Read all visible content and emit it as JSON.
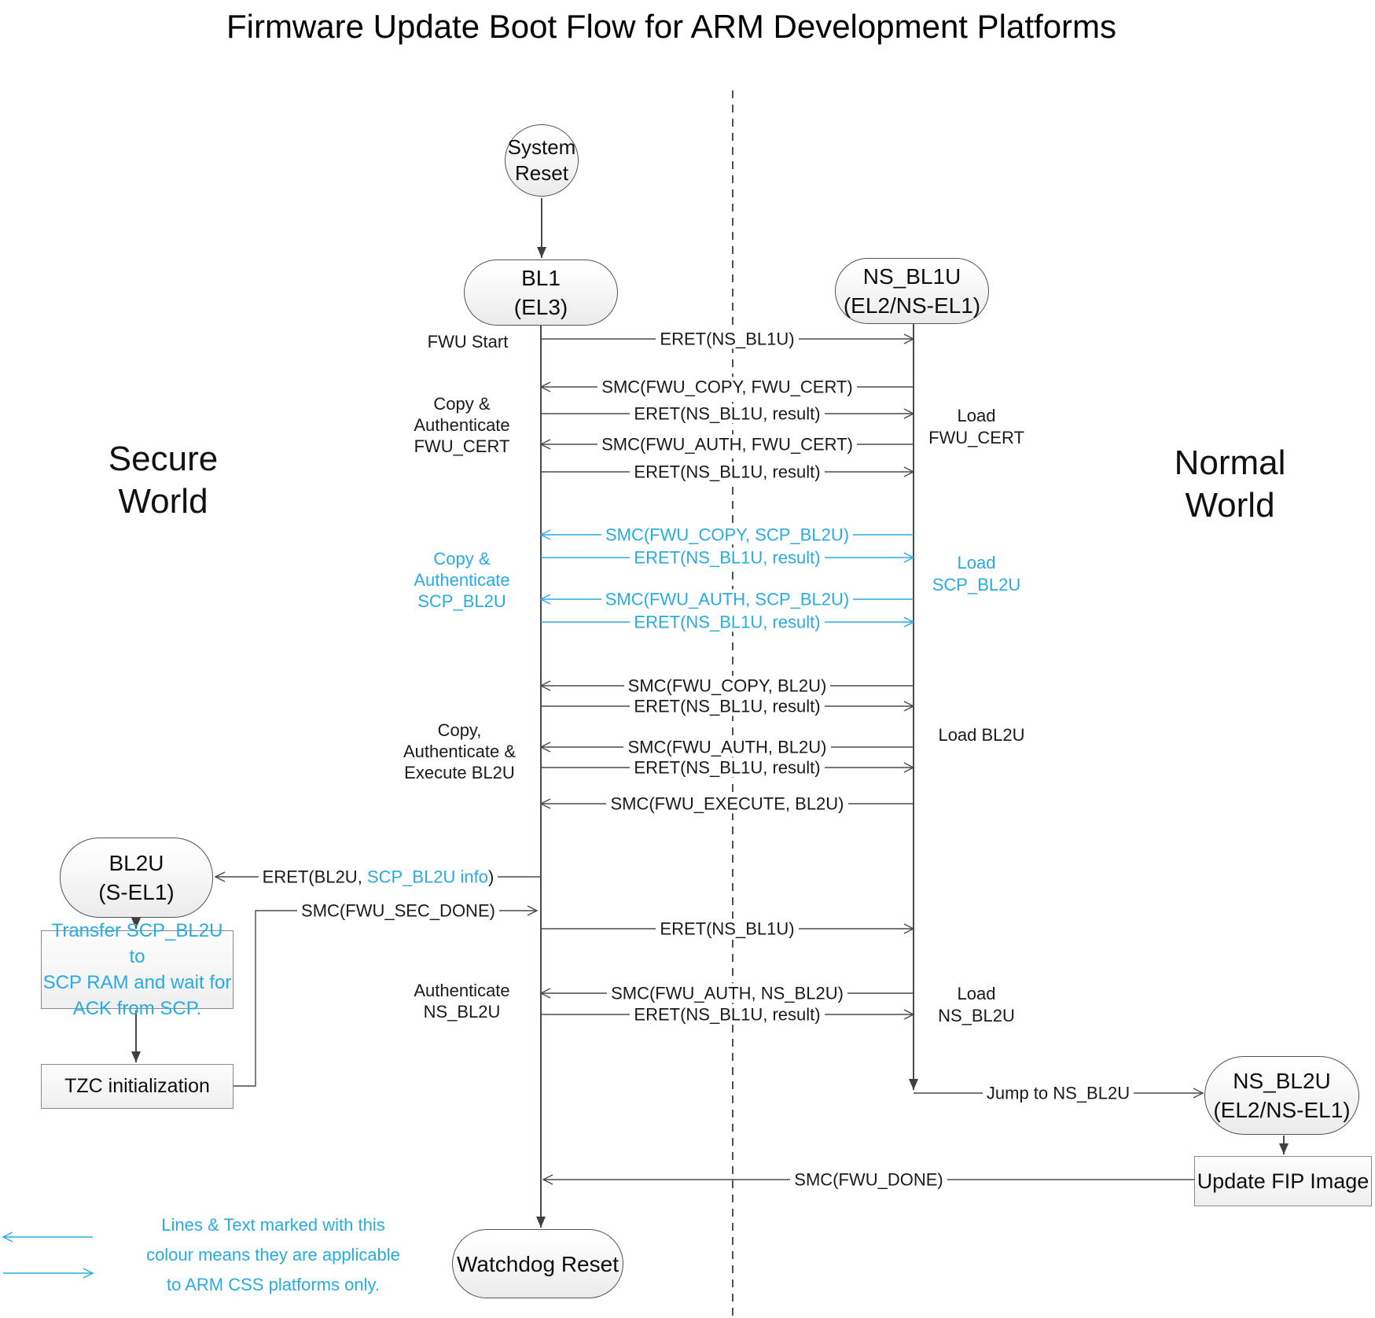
{
  "title": "Firmware Update Boot Flow for ARM Development Platforms",
  "worlds": {
    "secure": "Secure\nWorld",
    "normal": "Normal\nWorld"
  },
  "nodes": {
    "system_reset": {
      "label": "System\nReset"
    },
    "bl1": {
      "label": "BL1\n(EL3)"
    },
    "ns_bl1u": {
      "label": "NS_BL1U\n(EL2/NS-EL1)"
    },
    "bl2u": {
      "label": "BL2U\n(S-EL1)"
    },
    "transfer_scp": {
      "label": "Transfer SCP_BL2U to\nSCP RAM and wait for\nACK from SCP."
    },
    "tzc": {
      "label": "TZC initialization"
    },
    "ns_bl2u": {
      "label": "NS_BL2U\n(EL2/NS-EL1)"
    },
    "update_fip": {
      "label": "Update FIP Image"
    },
    "watchdog": {
      "label": "Watchdog Reset"
    }
  },
  "side_labels": {
    "fwu_start": "FWU Start",
    "copy_auth_fwu_cert": "Copy &\nAuthenticate\nFWU_CERT",
    "copy_auth_scp_bl2u": "Copy &\nAuthenticate\nSCP_BL2U",
    "copy_auth_exec_bl2u": "Copy,\nAuthenticate &\nExecute BL2U",
    "auth_ns_bl2u": "Authenticate\nNS_BL2U",
    "load_fwu_cert": "Load\nFWU_CERT",
    "load_scp_bl2u": "Load\nSCP_BL2U",
    "load_bl2u": "Load BL2U",
    "load_ns_bl2u": "Load\nNS_BL2U"
  },
  "messages": [
    {
      "label": "ERET(NS_BL1U)",
      "direction": "to-normal-world",
      "color": "black"
    },
    {
      "label": "SMC(FWU_COPY, FWU_CERT)",
      "direction": "to-secure-world",
      "color": "black"
    },
    {
      "label": "ERET(NS_BL1U, result)",
      "direction": "to-normal-world",
      "color": "black"
    },
    {
      "label": "SMC(FWU_AUTH, FWU_CERT)",
      "direction": "to-secure-world",
      "color": "black"
    },
    {
      "label": "ERET(NS_BL1U, result)",
      "direction": "to-normal-world",
      "color": "black"
    },
    {
      "label": "SMC(FWU_COPY, SCP_BL2U)",
      "direction": "to-secure-world",
      "color": "highlight"
    },
    {
      "label": "ERET(NS_BL1U, result)",
      "direction": "to-normal-world",
      "color": "highlight"
    },
    {
      "label": "SMC(FWU_AUTH, SCP_BL2U)",
      "direction": "to-secure-world",
      "color": "highlight"
    },
    {
      "label": "ERET(NS_BL1U, result)",
      "direction": "to-normal-world",
      "color": "highlight"
    },
    {
      "label": "SMC(FWU_COPY, BL2U)",
      "direction": "to-secure-world",
      "color": "black"
    },
    {
      "label": "ERET(NS_BL1U, result)",
      "direction": "to-normal-world",
      "color": "black"
    },
    {
      "label": "SMC(FWU_AUTH, BL2U)",
      "direction": "to-secure-world",
      "color": "black"
    },
    {
      "label": "ERET(NS_BL1U, result)",
      "direction": "to-normal-world",
      "color": "black"
    },
    {
      "label": "SMC(FWU_EXECUTE, BL2U)",
      "direction": "to-secure-world",
      "color": "black"
    },
    {
      "pre": "ERET(BL2U, ",
      "highlight": "SCP_BL2U info",
      "post": ")",
      "direction": "to-bl2u",
      "color": "mixed"
    },
    {
      "label": "SMC(FWU_SEC_DONE)",
      "direction": "to-bl1",
      "color": "black"
    },
    {
      "label": "ERET(NS_BL1U)",
      "direction": "to-normal-world",
      "color": "black"
    },
    {
      "label": "SMC(FWU_AUTH, NS_BL2U)",
      "direction": "to-secure-world",
      "color": "black"
    },
    {
      "label": "ERET(NS_BL1U, result)",
      "direction": "to-normal-world",
      "color": "black"
    },
    {
      "label": "Jump to NS_BL2U",
      "direction": "to-ns-bl2u",
      "color": "black"
    },
    {
      "label": "SMC(FWU_DONE)",
      "direction": "to-bl1",
      "color": "black"
    }
  ],
  "legend": {
    "text": "Lines & Text marked with this\ncolour means they are applicable\nto ARM CSS platforms only."
  },
  "colors": {
    "highlight": "#29abe2",
    "line": "#4a4a4a",
    "background": "#ffffff"
  }
}
